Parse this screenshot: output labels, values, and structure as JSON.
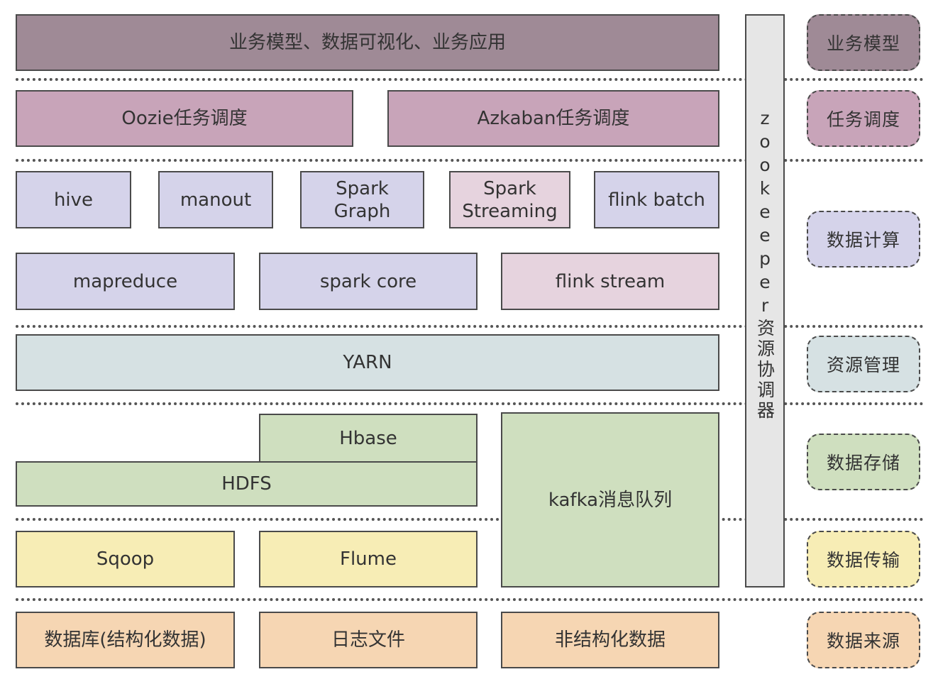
{
  "layers": {
    "business": "业务模型、数据可视化、业务应用",
    "oozie": "Oozie任务调度",
    "azkaban": "Azkaban任务调度",
    "hive": "hive",
    "manout": "manout",
    "spark_graph": "Spark\nGraph",
    "spark_streaming": "Spark\nStreaming",
    "flink_batch": "flink batch",
    "mapreduce": "mapreduce",
    "spark_core": "spark core",
    "flink_stream": "flink stream",
    "yarn": "YARN",
    "hbase": "Hbase",
    "hdfs": "HDFS",
    "kafka": "kafka消息队列",
    "sqoop": "Sqoop",
    "flume": "Flume",
    "database": "数据库(结构化数据)",
    "logs": "日志文件",
    "unstructured": "非结构化数据"
  },
  "zookeeper": "zookeeper资源协调器",
  "tags": {
    "business_model": "业务模型",
    "scheduling": "任务调度",
    "compute": "数据计算",
    "resource": "资源管理",
    "storage": "数据存储",
    "transport": "数据传输",
    "source": "数据来源"
  },
  "colors": {
    "business": "#9f8a96",
    "scheduling": "#c8a4b9",
    "compute": "#d5d3ea",
    "compute_pink": "#e6d3de",
    "resource": "#d6e1e3",
    "storage": "#cfdfbf",
    "transport": "#f7edb5",
    "source": "#f6d6b3",
    "zookeeper": "#e6e6e6"
  }
}
